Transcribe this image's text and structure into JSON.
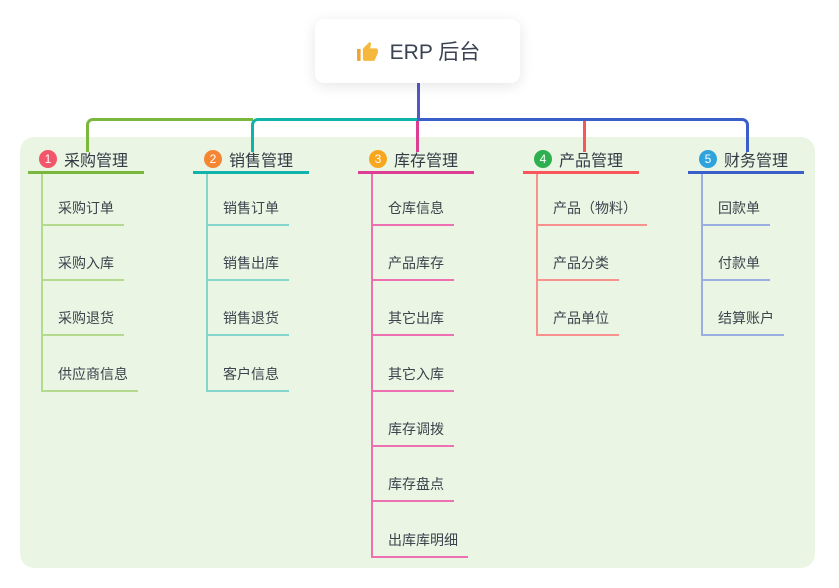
{
  "root": {
    "title": "ERP 后台",
    "icon": "thumbs-up-icon"
  },
  "colors": {
    "panel_bg": "#eaf6e3",
    "root_stem": "#5059c7",
    "root_text": "#3b4251",
    "branch_title_text": "#333a45",
    "child_text": "#3c434d",
    "thumb_icon": "#f5b83d"
  },
  "branches": [
    {
      "index": "1",
      "title": "采购管理",
      "badge_color": "#f1566b",
      "line_color": "#79b83d",
      "child_line_color": "#b4da8e",
      "children": [
        "采购订单",
        "采购入库",
        "采购退货",
        "供应商信息"
      ]
    },
    {
      "index": "2",
      "title": "销售管理",
      "badge_color": "#f58634",
      "line_color": "#10b3ab",
      "child_line_color": "#85d5ce",
      "children": [
        "销售订单",
        "销售出库",
        "销售退货",
        "客户信息"
      ]
    },
    {
      "index": "3",
      "title": "库存管理",
      "badge_color": "#f9a61f",
      "line_color": "#dd3d93",
      "child_line_color": "#ef70b2",
      "children": [
        "仓库信息",
        "产品库存",
        "其它出库",
        "其它入库",
        "库存调拨",
        "库存盘点",
        "出库库明细"
      ]
    },
    {
      "index": "4",
      "title": "产品管理",
      "badge_color": "#2eb050",
      "line_color": "#f8565b",
      "child_line_color": "#f9928e",
      "children": [
        "产品（物料）",
        "产品分类",
        "产品单位"
      ]
    },
    {
      "index": "5",
      "title": "财务管理",
      "badge_color": "#2fa3dc",
      "line_color": "#3a5fc8",
      "child_line_color": "#9aaee2",
      "children": [
        "回款单",
        "付款单",
        "结算账户"
      ]
    }
  ]
}
